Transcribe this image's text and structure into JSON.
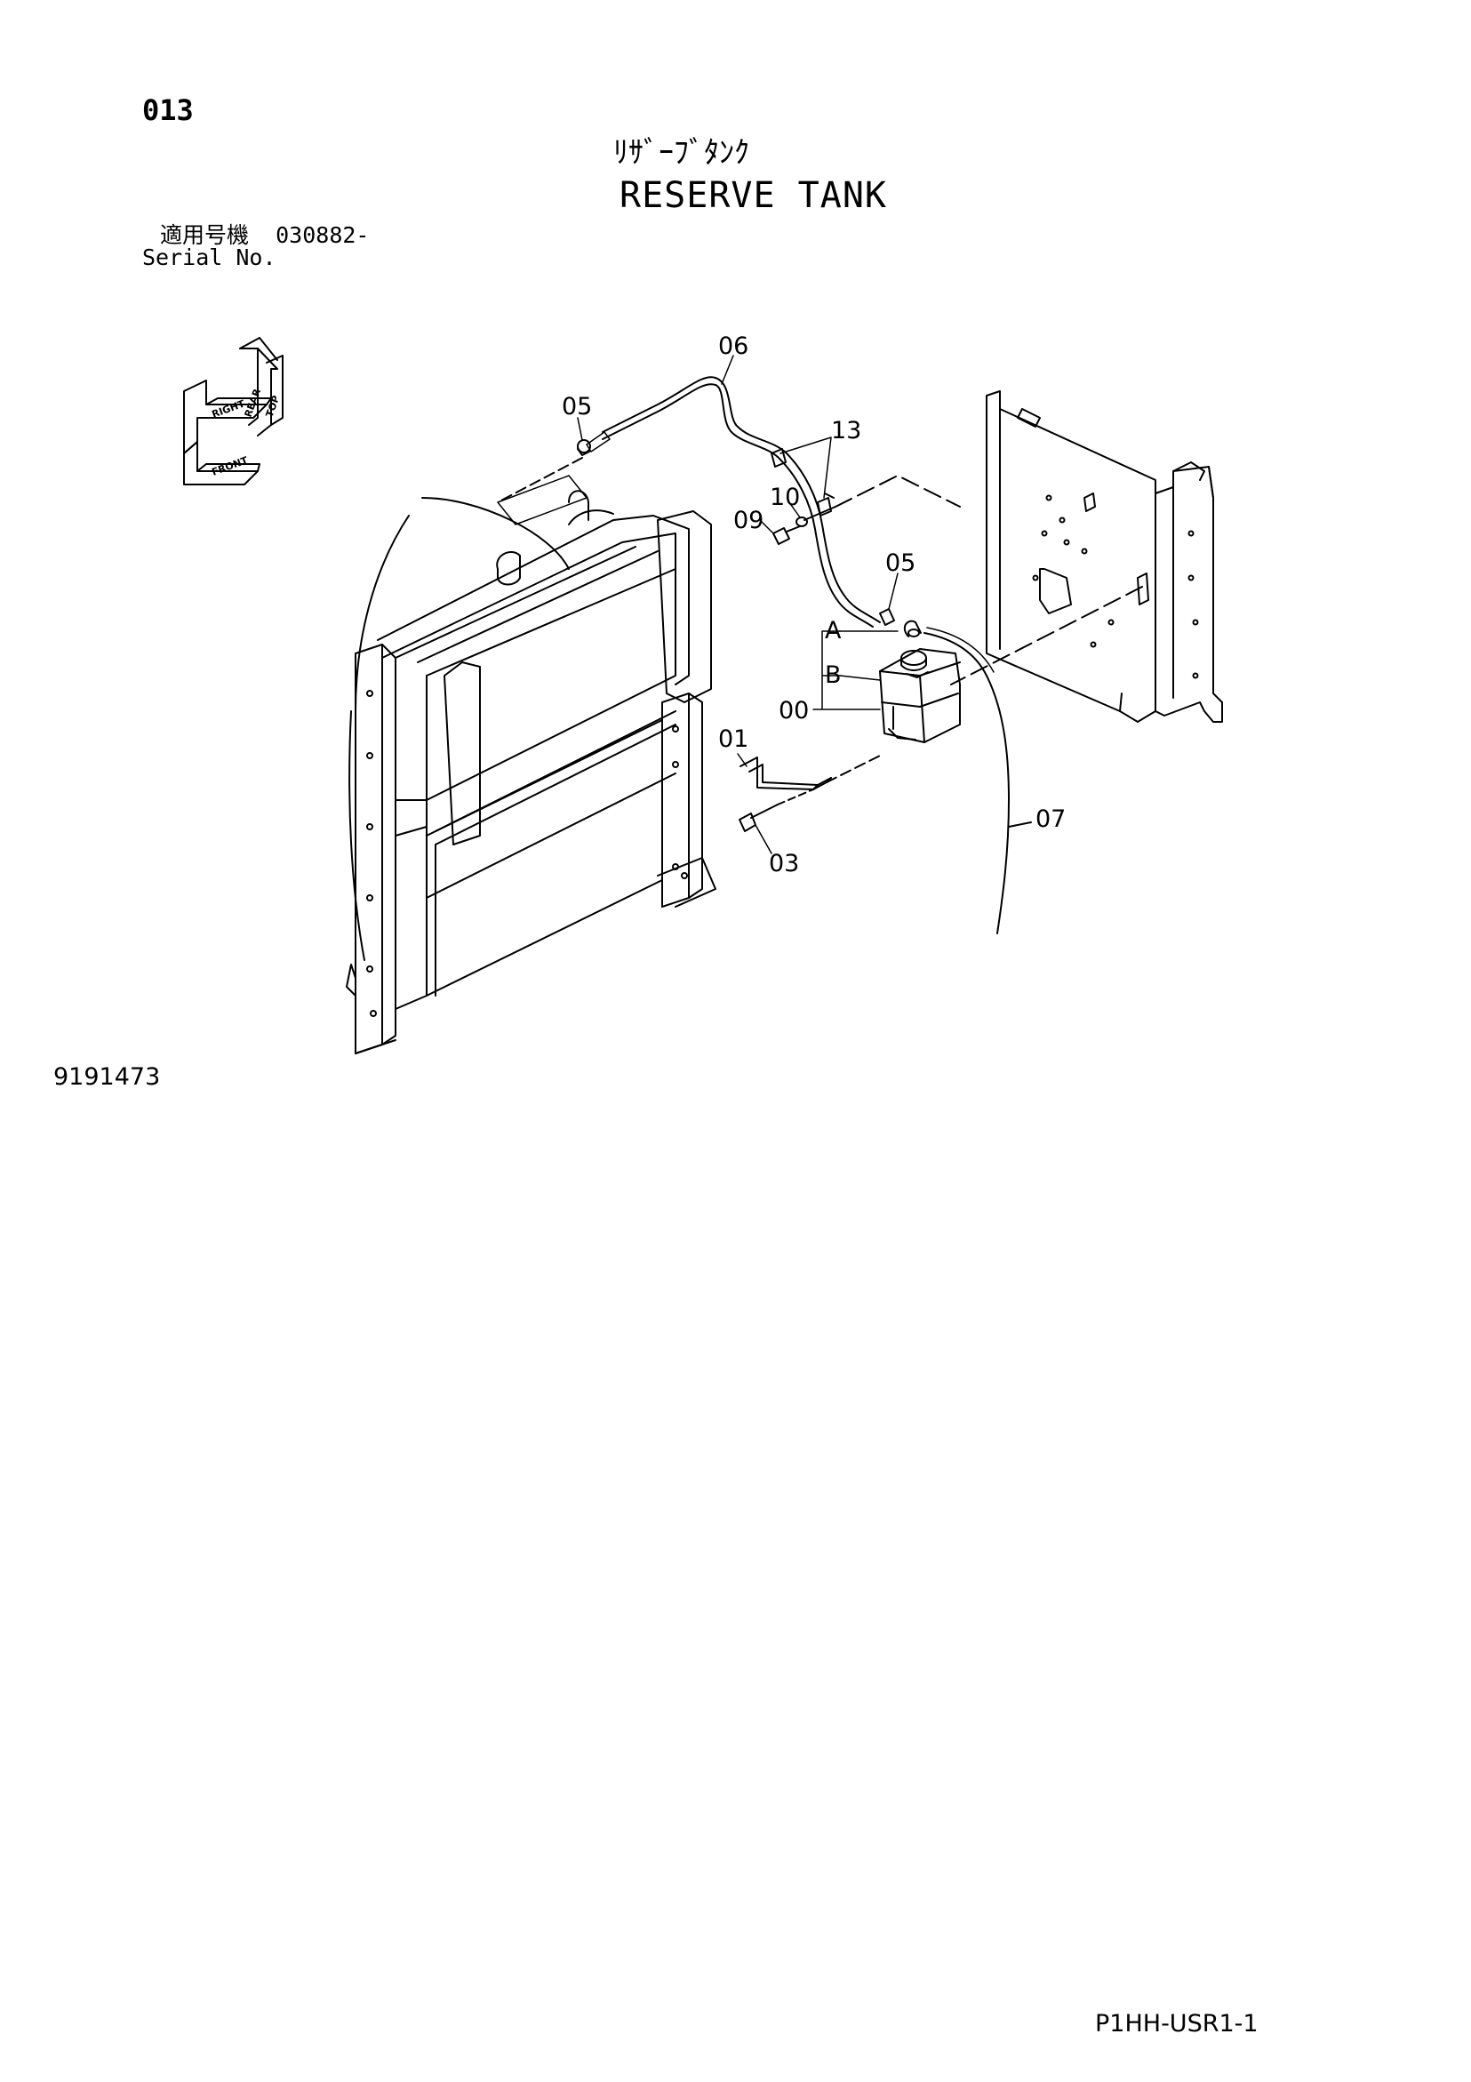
{
  "header": {
    "page_number": "013",
    "title_japanese": "ﾘｻﾞｰﾌﾞﾀﾝｸ",
    "title_english": "RESERVE TANK",
    "serial_label_japanese": "適用号機",
    "serial_value": "030882-",
    "serial_label_english": "Serial No."
  },
  "orientation_indicator": {
    "labels": [
      "REAR",
      "TOP",
      "RIGHT",
      "FRONT"
    ]
  },
  "callouts": {
    "c06": "06",
    "c05a": "05",
    "c13": "13",
    "c09": "09",
    "c10": "10",
    "c05b": "05",
    "cA": "A",
    "cB": "B",
    "c00": "00",
    "c01": "01",
    "c07": "07",
    "c03": "03"
  },
  "figure_number": "9191473",
  "footer_code": "P1HH-USR1-1"
}
